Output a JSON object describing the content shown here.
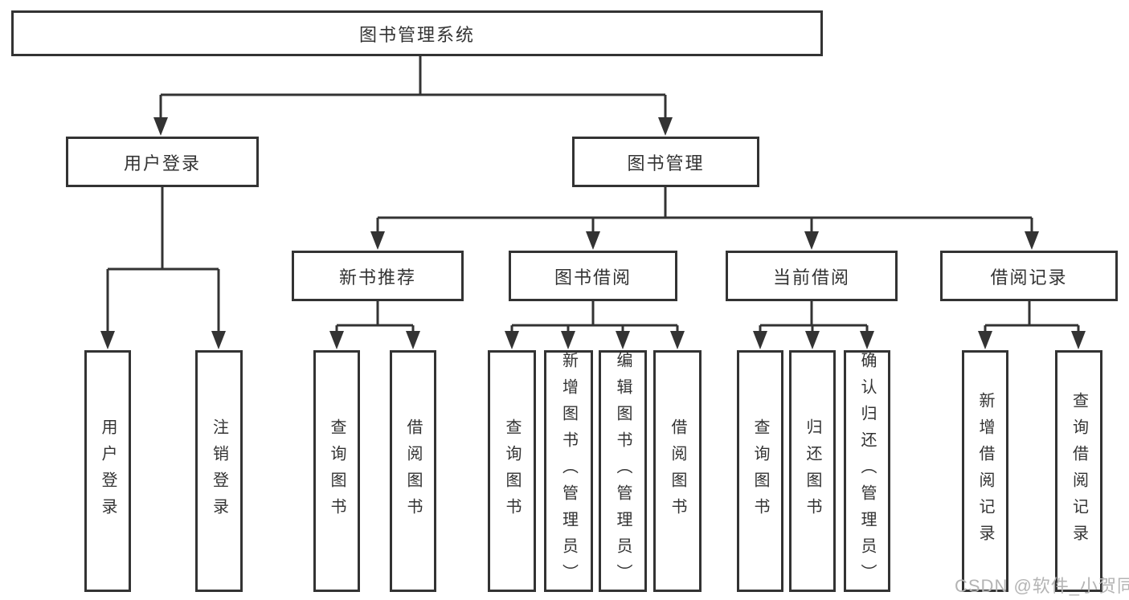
{
  "diagram": {
    "root": {
      "label": "图书管理系统"
    },
    "branches": [
      {
        "label": "用户登录",
        "leaves": [
          {
            "label": "用户登录"
          },
          {
            "label": "注销登录"
          }
        ]
      },
      {
        "label": "图书管理",
        "groups": [
          {
            "label": "新书推荐",
            "leaves": [
              {
                "label": "查询图书"
              },
              {
                "label": "借阅图书"
              }
            ]
          },
          {
            "label": "图书借阅",
            "leaves": [
              {
                "label": "查询图书"
              },
              {
                "label": "新增图书（管理员）"
              },
              {
                "label": "编辑图书（管理员）"
              },
              {
                "label": "借阅图书"
              }
            ]
          },
          {
            "label": "当前借阅",
            "leaves": [
              {
                "label": "查询图书"
              },
              {
                "label": "归还图书"
              },
              {
                "label": "确认归还（管理员）"
              }
            ]
          },
          {
            "label": "借阅记录",
            "leaves": [
              {
                "label": "新增借阅记录"
              },
              {
                "label": "查询借阅记录"
              }
            ]
          }
        ]
      }
    ]
  },
  "watermark": {
    "text": "CSDN @软件_小贺同学",
    "color": "#b4b4b4"
  },
  "colors": {
    "line": "#333333",
    "text": "#333333",
    "background": "#ffffff"
  }
}
